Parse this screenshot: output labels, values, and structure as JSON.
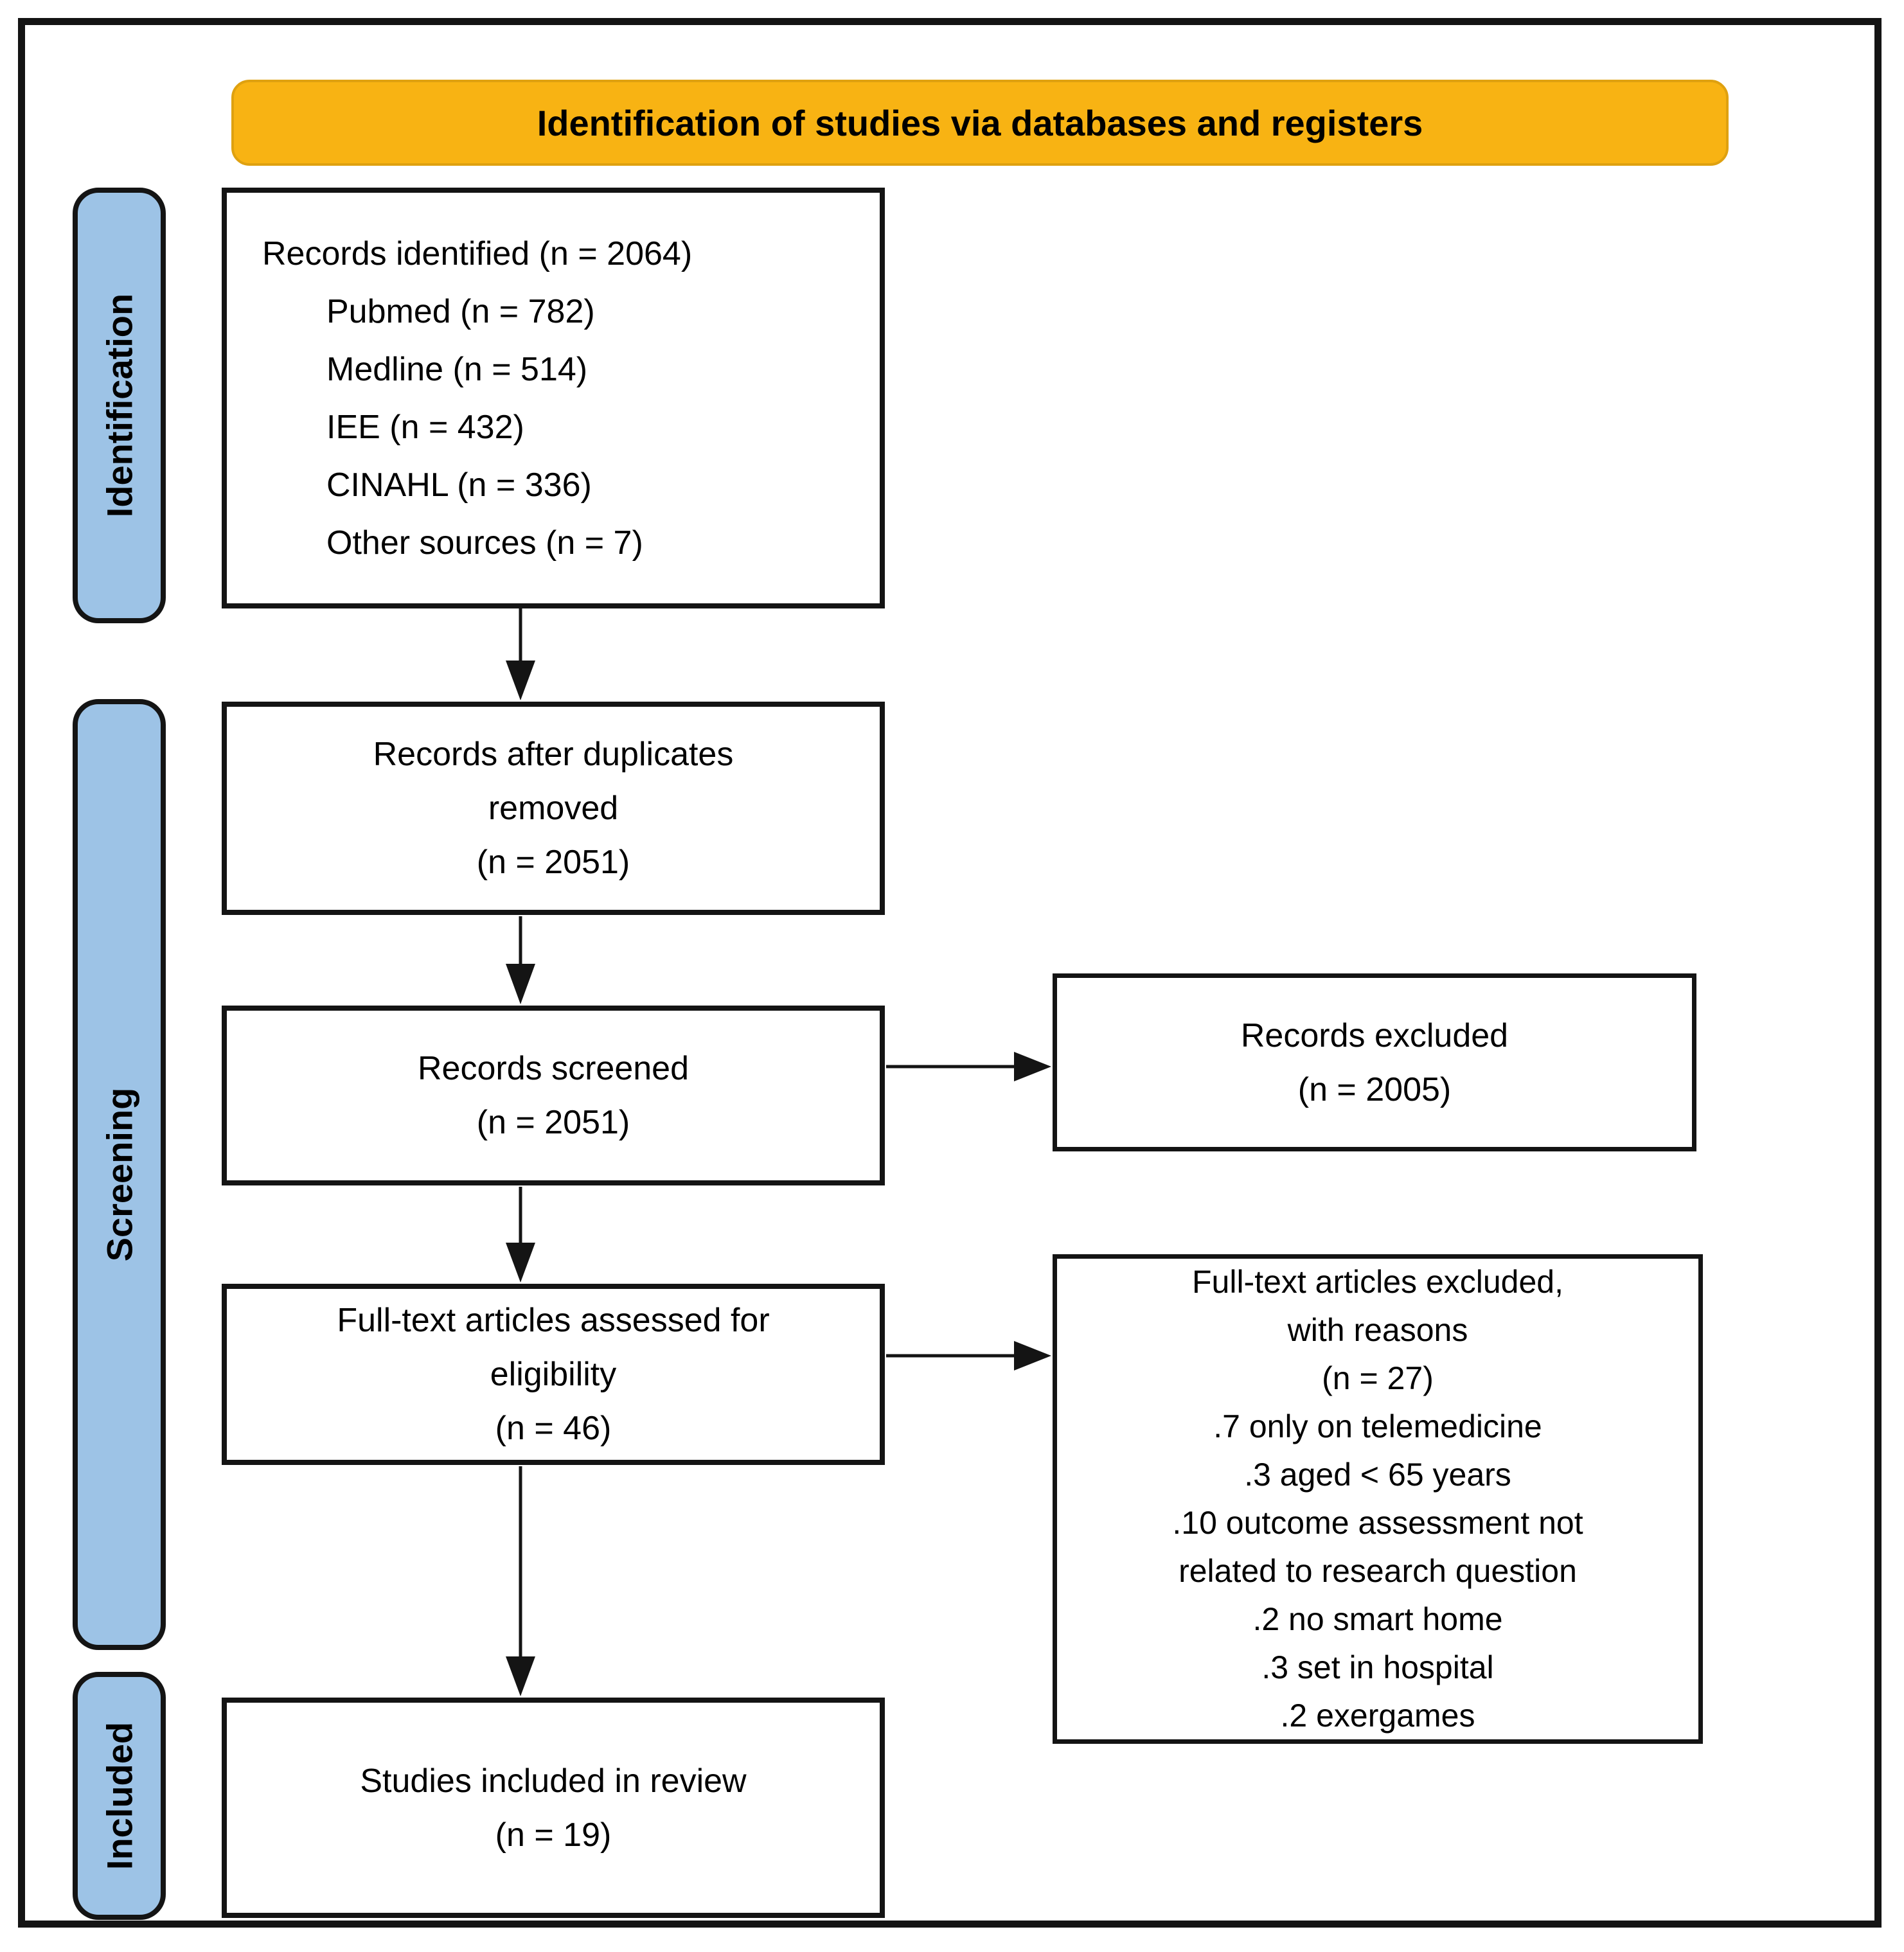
{
  "banner": {
    "title": "Identification of studies via databases and registers"
  },
  "stages": [
    {
      "label": "Identification"
    },
    {
      "label": "Screening"
    },
    {
      "label": "Included"
    }
  ],
  "boxes": {
    "records_identified": {
      "lines": [
        "Records identified (n = 2064)",
        "Pubmed (n = 782)",
        "Medline (n = 514)",
        "IEE (n = 432)",
        "CINAHL (n = 336)",
        "Other sources (n = 7)"
      ]
    },
    "duplicates_removed": {
      "lines": [
        "Records after duplicates",
        "removed",
        "(n = 2051)"
      ]
    },
    "records_screened": {
      "lines": [
        "Records screened",
        "(n = 2051)"
      ]
    },
    "records_excluded": {
      "lines": [
        "Records excluded",
        "(n = 2005)"
      ]
    },
    "fulltext_assessed": {
      "lines": [
        "Full-text articles assessed for",
        "eligibility",
        "(n = 46)"
      ]
    },
    "fulltext_excluded": {
      "lines": [
        "Full-text articles excluded,",
        "with reasons",
        "(n = 27)",
        ".7 only on telemedicine",
        ".3 aged < 65 years",
        ".10 outcome assessment not",
        "related to research question",
        ".2 no smart home",
        ".3 set in hospital",
        ".2 exergames"
      ]
    },
    "studies_included": {
      "lines": [
        "Studies included in review",
        "(n = 19)"
      ]
    }
  },
  "colors": {
    "banner_fill": "#F8B313",
    "banner_border": "#DFA110",
    "stage_fill": "#9DC3E6",
    "line_color": "#141414",
    "text_color": "#000000",
    "box_fill": "#FFFFFF"
  }
}
